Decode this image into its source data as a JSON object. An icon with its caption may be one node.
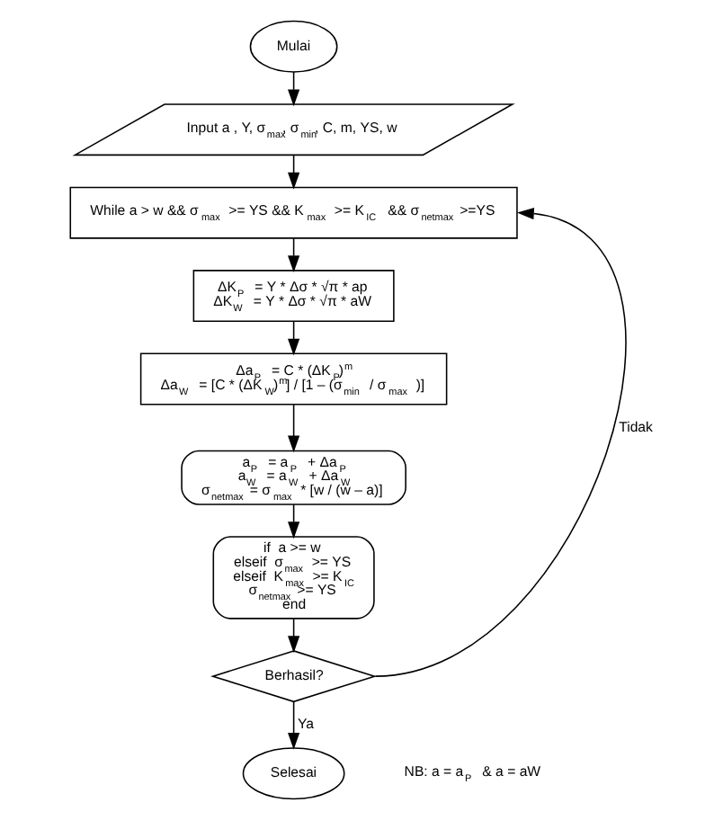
{
  "diagram": {
    "nodes": [
      {
        "text": [
          "Mulai"
        ]
      },
      {
        "text": [
          "Input a , Y, σ$_{max}$, σ$_{min}$, C, m, YS, w"
        ]
      },
      {
        "text": [
          "While a > w && σ$_{max}$ >= YS && K$_{max}$ >= K$_{IC}$ && σ$_{netmax}$ >=YS"
        ]
      },
      {
        "text": [
          "ΔK$_{P}$ = Y * Δσ * √π * ap",
          "ΔK$_{W}$ = Y * Δσ * √π * aW"
        ]
      },
      {
        "text": [
          "Δa$_{P}$ = C * (ΔK$_{P}$)$^{m}$",
          "Δa$_{W}$ = [C * (ΔK$_{W}$)$^{m}$] / [1 – (σ$_{min}$ / σ$_{max}$ )]"
        ]
      },
      {
        "text": [
          "a$_{P}$ = a$_{P}$ + Δa$_{P}$",
          "a$_{W}$ = a$_{W}$ + Δa$_{W}$",
          "σ$_{netmax}$ = σ$_{max}$ * [w / (w – a)]"
        ]
      },
      {
        "text": [
          "if  a >= w",
          "elseif  σ$_{max}$ >= YS",
          "elseif  K$_{max}$ >= K$_{IC}$",
          "σ$_{netmax}$ >= YS",
          "end"
        ]
      },
      {
        "text": [
          "Berhasil?"
        ]
      },
      {
        "text": [
          "Selesai"
        ]
      }
    ],
    "edges": [
      {
        "from": 0,
        "to": 1,
        "arrow": "to"
      },
      {
        "from": 1,
        "to": 2,
        "arrow": "to"
      },
      {
        "from": 2,
        "to": 3,
        "arrow": "to"
      },
      {
        "from": 3,
        "to": 4,
        "arrow": "to"
      },
      {
        "from": 4,
        "to": 5,
        "arrow": "to"
      },
      {
        "from": 5,
        "to": 6,
        "arrow": "to"
      },
      {
        "from": 6,
        "to": 7,
        "arrow": "to"
      },
      {
        "from": 7,
        "to": 8,
        "arrow": "to",
        "label": "Ya"
      },
      {
        "from": 7,
        "to": 2,
        "arrow": "to",
        "label": "Tidak"
      }
    ],
    "labels": [
      "NB: a = a$_{P}$ & a = aW"
    ]
  }
}
